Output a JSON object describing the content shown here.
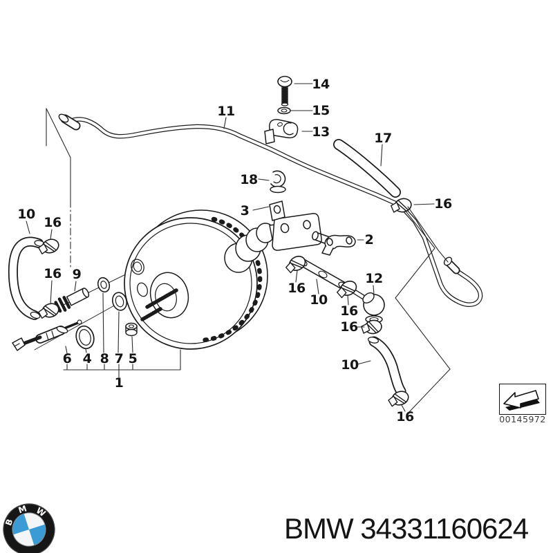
{
  "meta": {
    "background": "#ffffff",
    "line_color": "#1b1b1b",
    "logo_blue": "#3a9bd5"
  },
  "diagram": {
    "name": "brake-booster-vacuum-pipe-exploded-diagram",
    "callouts": [
      "14",
      "15",
      "13",
      "11",
      "17",
      "18",
      "16",
      "3",
      "2",
      "10",
      "16",
      "16",
      "9",
      "16",
      "10",
      "12",
      "16",
      "16",
      "10",
      "16",
      "6",
      "4",
      "8",
      "7",
      "5",
      "1"
    ]
  },
  "stamp": {
    "code": "00145972"
  },
  "footer": {
    "part_label": "BMW 34331160624",
    "logo_letters": [
      "B",
      "M",
      "W"
    ]
  }
}
